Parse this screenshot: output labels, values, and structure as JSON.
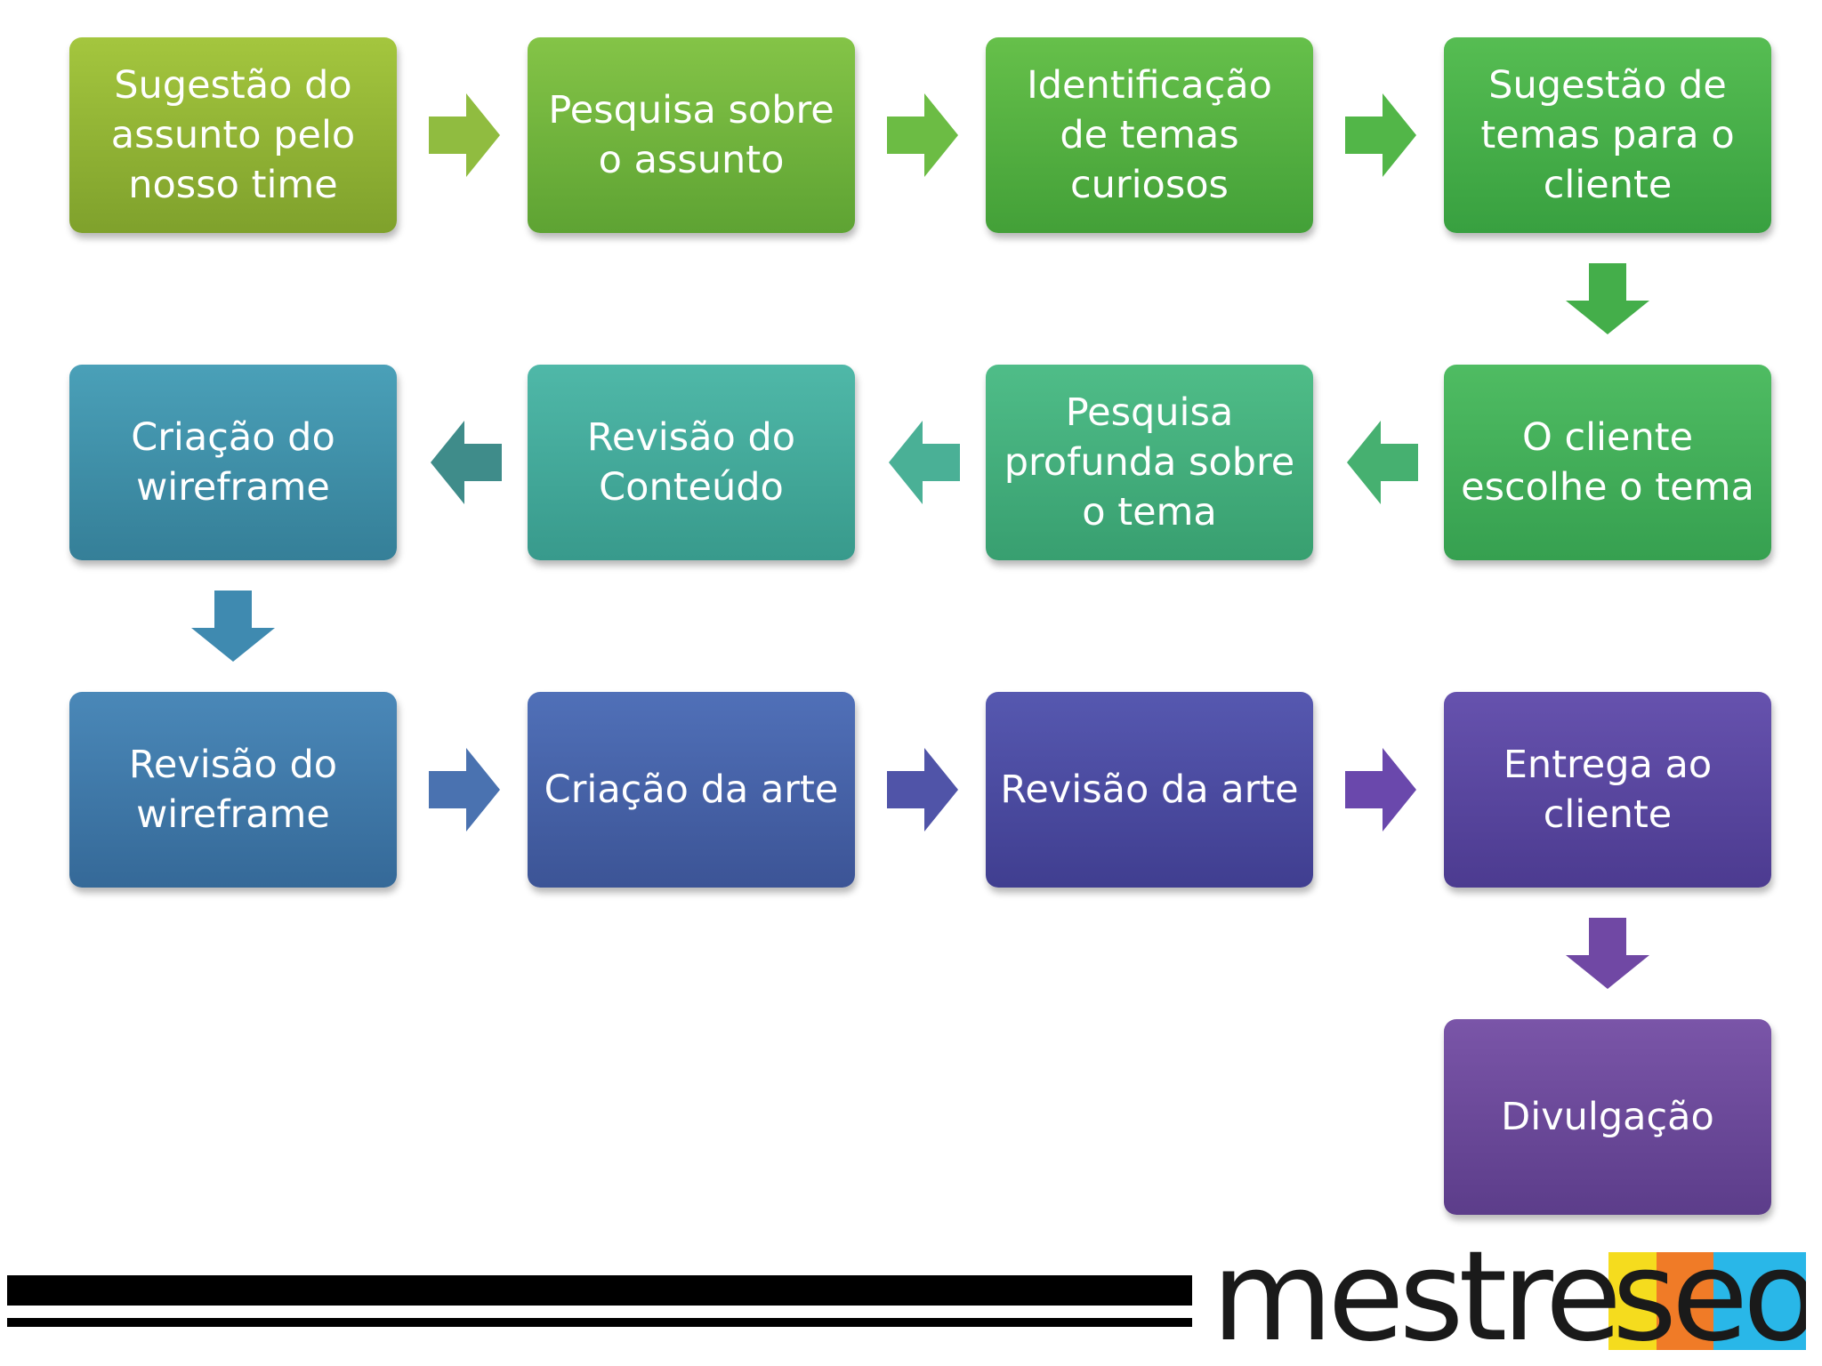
{
  "steps": [
    {
      "label": "Sugestão do\nassunto pelo\nnosso time",
      "color_top": "#a4c63e",
      "color_bottom": "#7fa12c"
    },
    {
      "label": "Pesquisa sobre\no assunto",
      "color_top": "#84c447",
      "color_bottom": "#5ea333"
    },
    {
      "label": "Identificação\nde temas\ncuriosos",
      "color_top": "#66c04a",
      "color_bottom": "#43a038"
    },
    {
      "label": "Sugestão de\ntemas para o\ncliente",
      "color_top": "#56bd52",
      "color_bottom": "#38a040"
    },
    {
      "label": "O cliente\nescolhe o tema",
      "color_top": "#4fbc62",
      "color_bottom": "#36a050"
    },
    {
      "label": "Pesquisa\nprofunda sobre\no tema",
      "color_top": "#4fbd88",
      "color_bottom": "#389f70"
    },
    {
      "label": "Revisão do\nConteúdo",
      "color_top": "#4fb8a8",
      "color_bottom": "#389a8c"
    },
    {
      "label": "Criação do\nwireframe",
      "color_top": "#4aa0b8",
      "color_bottom": "#357f98"
    },
    {
      "label": "Revisão do\nwireframe",
      "color_top": "#4a88b8",
      "color_bottom": "#356998"
    },
    {
      "label": "Criação da arte",
      "color_top": "#5070b8",
      "color_bottom": "#3c5496"
    },
    {
      "label": "Revisão da arte",
      "color_top": "#5658b0",
      "color_bottom": "#403e90"
    },
    {
      "label": "Entrega ao\ncliente",
      "color_top": "#6652ae",
      "color_bottom": "#4c3b90"
    },
    {
      "label": "Divulgação",
      "color_top": "#7a55a8",
      "color_bottom": "#5c3d8a"
    }
  ],
  "arrows": [
    {
      "name": "arrow-1-to-2",
      "dir": "right",
      "color": "#90bc40"
    },
    {
      "name": "arrow-2-to-3",
      "dir": "right",
      "color": "#6cbc44"
    },
    {
      "name": "arrow-3-to-4",
      "dir": "right",
      "color": "#52b648"
    },
    {
      "name": "arrow-4-to-5",
      "dir": "down",
      "color": "#44ae4a"
    },
    {
      "name": "arrow-5-to-6",
      "dir": "left",
      "color": "#46b070"
    },
    {
      "name": "arrow-6-to-7",
      "dir": "left",
      "color": "#4ab096"
    },
    {
      "name": "arrow-7-to-8",
      "dir": "left",
      "color": "#3f8c8a"
    },
    {
      "name": "arrow-8-to-9",
      "dir": "down",
      "color": "#3f8ab0"
    },
    {
      "name": "arrow-9-to-10",
      "dir": "right",
      "color": "#4a72b0"
    },
    {
      "name": "arrow-10-to-11",
      "dir": "right",
      "color": "#5054a8"
    },
    {
      "name": "arrow-11-to-12",
      "dir": "right",
      "color": "#6a48ac"
    },
    {
      "name": "arrow-12-to-13",
      "dir": "down",
      "color": "#7048a4"
    }
  ],
  "logo": {
    "text": "mestreseo",
    "colors": {
      "dark": "#1a1a1a",
      "yellow": "#f5dc1e",
      "orange": "#f07b27",
      "blue": "#29b7e8"
    }
  }
}
